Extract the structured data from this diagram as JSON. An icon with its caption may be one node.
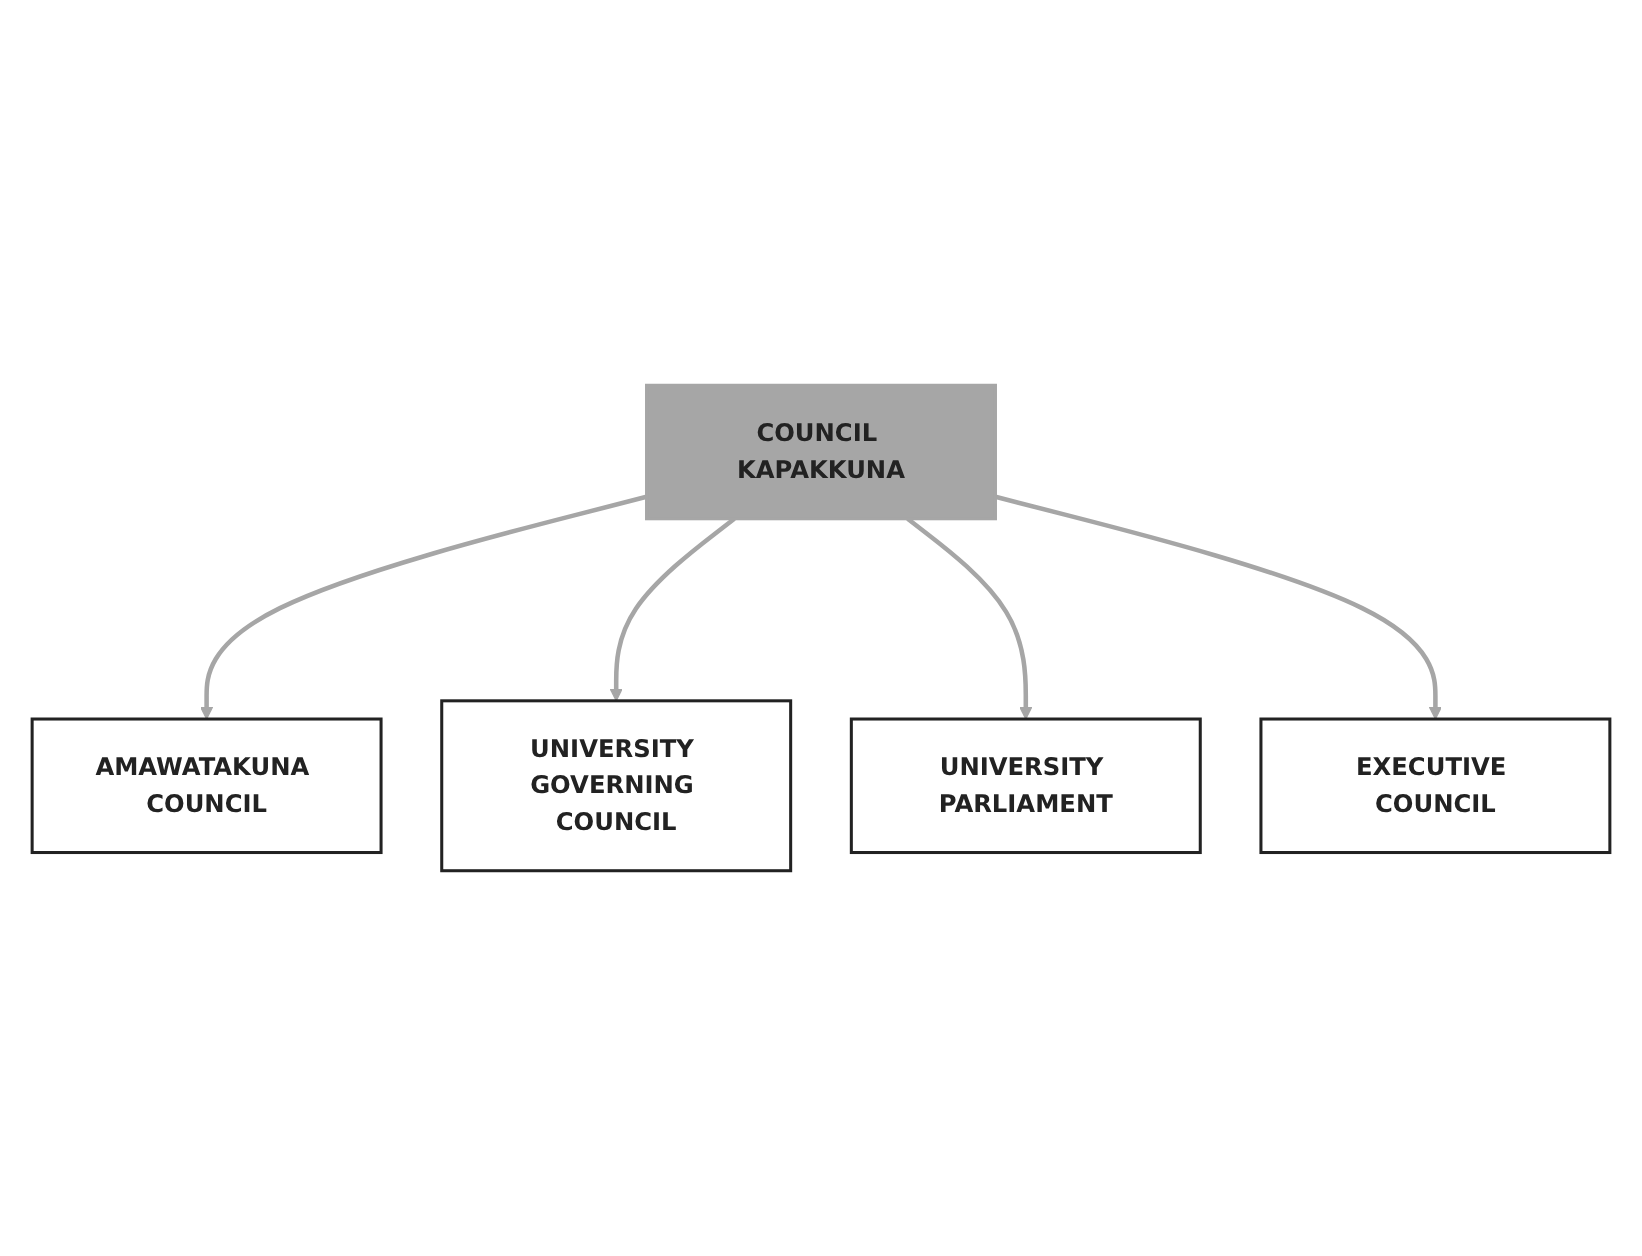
{
  "diagram": {
    "nodes": [
      {
        "text": [
          "AMAWATAKUNA COUNCIL"
        ]
      },
      {
        "text": [
          "UNIVERSITY GOVERNING COUNCIL"
        ]
      },
      {
        "text": [
          "COUNCIL KAPAKKUNA"
        ]
      },
      {
        "text": [
          "UNIVERSITY PARLIAMENT"
        ]
      },
      {
        "text": [
          "EXECUTIVE COUNCIL"
        ]
      }
    ],
    "edges": [
      {
        "from": 2,
        "to": 0,
        "arrow": "to"
      },
      {
        "from": 2,
        "to": 1,
        "arrow": "to"
      },
      {
        "from": 2,
        "to": 3,
        "arrow": "to"
      },
      {
        "from": 2,
        "to": 4,
        "arrow": "to"
      }
    ]
  }
}
